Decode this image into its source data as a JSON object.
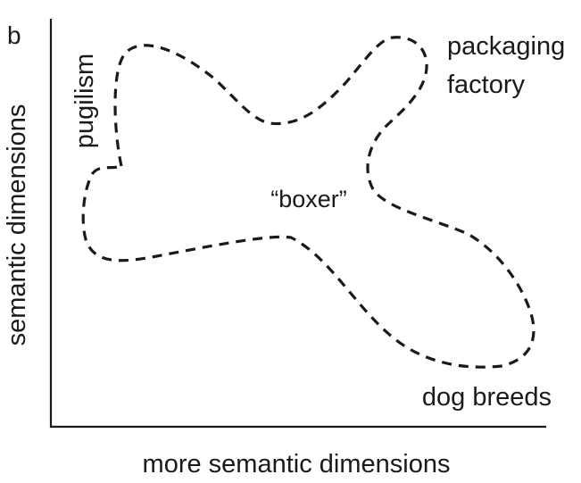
{
  "figure": {
    "panel_letter": "b",
    "y_axis_label": "semantic dimensions",
    "x_axis_label": "more semantic dimensions",
    "center_word": "“boxer”",
    "senses": {
      "pugilism": "pugilism",
      "packaging_line1": "packaging",
      "packaging_line2": "factory",
      "dog_breeds": "dog breeds"
    }
  }
}
